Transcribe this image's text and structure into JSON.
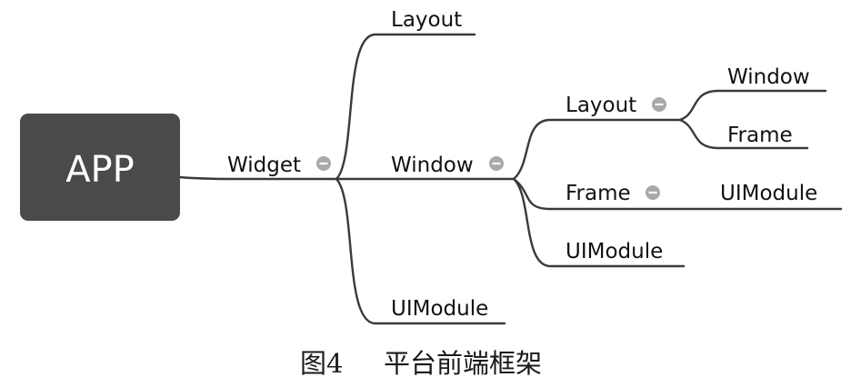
{
  "diagram": {
    "root": {
      "label": "APP"
    },
    "widget": {
      "label": "Widget",
      "collapse_icon": "minus-circle-icon"
    },
    "widget_layout": {
      "label": "Layout"
    },
    "widget_window": {
      "label": "Window",
      "collapse_icon": "minus-circle-icon"
    },
    "widget_uimodule": {
      "label": "UIModule"
    },
    "window_layout": {
      "label": "Layout",
      "collapse_icon": "minus-circle-icon"
    },
    "window_frame": {
      "label": "Frame",
      "collapse_icon": "minus-circle-icon"
    },
    "window_uimodule": {
      "label": "UIModule"
    },
    "layout_window": {
      "label": "Window"
    },
    "layout_frame": {
      "label": "Frame"
    },
    "frame_uimodule": {
      "label": "UIModule"
    }
  },
  "caption": {
    "figure": "图4",
    "title": "平台前端框架"
  },
  "colors": {
    "root_fill": "#4a4a4a",
    "line": "#3a3a3a",
    "collapse_icon": "#a9a9a9"
  }
}
